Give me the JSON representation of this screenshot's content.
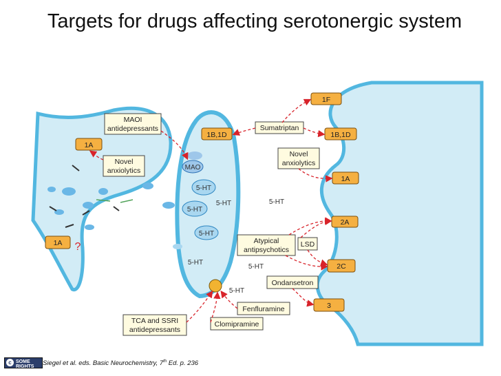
{
  "title": "Targets for drugs affecting serotonergic system",
  "citation": "Siegel et al. eds. Basic Neurochemistry, 7",
  "citation_sup": "th",
  "citation_tail": " Ed. p. 236",
  "logo_text": "SOME RIGHTS",
  "receptors": {
    "r1f": "1F",
    "r1bd_pre": "1B,1D",
    "r1bd_post": "1B,1D",
    "r1a_glia": "1A",
    "r1a_left": "1A",
    "r1a_post": "1A",
    "r2a": "2A",
    "r2c": "2C",
    "r3": "3"
  },
  "drugs": {
    "maoi_1": "MAOI",
    "maoi_2": "antidepressants",
    "novel1_1": "Novel",
    "novel1_2": "anxiolytics",
    "sumatriptan": "Sumatriptan",
    "novel2_1": "Novel",
    "novel2_2": "anxiolytics",
    "atyp_1": "Atypical",
    "atyp_2": "antipsychotics",
    "lsd": "LSD",
    "ondansetron": "Ondansetron",
    "fenfluramine": "Fenfluramine",
    "clomipramine": "Clomipramine",
    "tca_1": "TCA and SSRI",
    "tca_2": "antidepressants"
  },
  "labels": {
    "mao": "MAO",
    "ht": "5-HT",
    "question": "?"
  }
}
